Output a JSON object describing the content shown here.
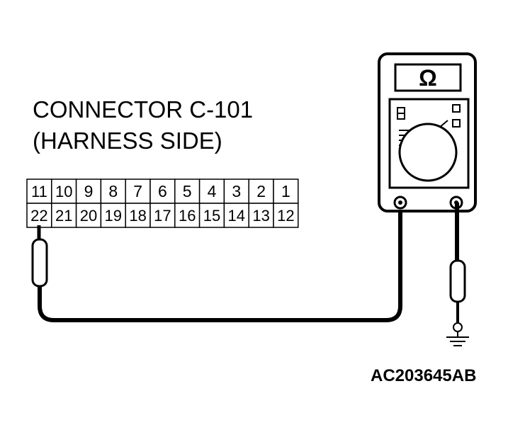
{
  "connector": {
    "title": "CONNECTOR C-101",
    "subtitle": "(HARNESS SIDE)",
    "top_row": [
      "11",
      "10",
      "9",
      "8",
      "7",
      "6",
      "5",
      "4",
      "3",
      "2",
      "1"
    ],
    "bottom_row": [
      "22",
      "21",
      "20",
      "19",
      "18",
      "17",
      "16",
      "15",
      "14",
      "13",
      "12"
    ]
  },
  "meter": {
    "display_symbol": "Ω"
  },
  "figure_code": "AC203645AB"
}
